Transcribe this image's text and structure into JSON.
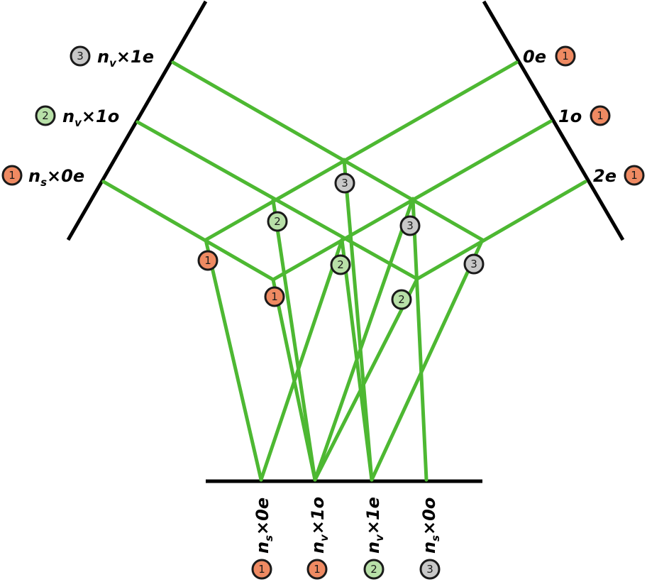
{
  "colors": {
    "ray": "#4db832",
    "badge_1": "#ef8a62",
    "badge_2": "#b8e0a8",
    "badge_3": "#c8c8c8",
    "surface": "#000000"
  },
  "left_labels": [
    {
      "badge": "3",
      "n": "n",
      "sub": "v",
      "times": "×",
      "order": "1",
      "parity": "e"
    },
    {
      "badge": "2",
      "n": "n",
      "sub": "v",
      "times": "×",
      "order": "1",
      "parity": "o"
    },
    {
      "badge": "1",
      "n": "n",
      "sub": "s",
      "times": "×",
      "order": "0",
      "parity": "e"
    }
  ],
  "right_labels": [
    {
      "badge": "1",
      "order": "0",
      "parity": "e"
    },
    {
      "badge": "1",
      "order": "1",
      "parity": "o"
    },
    {
      "badge": "1",
      "order": "2",
      "parity": "e"
    }
  ],
  "bottom_labels": [
    {
      "badge": "1",
      "n": "n",
      "sub": "s",
      "times": "×",
      "order": "0",
      "parity": "e"
    },
    {
      "badge": "1",
      "n": "n",
      "sub": "v",
      "times": "×",
      "order": "1",
      "parity": "o"
    },
    {
      "badge": "2",
      "n": "n",
      "sub": "v",
      "times": "×",
      "order": "1",
      "parity": "e"
    },
    {
      "badge": "3",
      "n": "n",
      "sub": "s",
      "times": "×",
      "order": "0",
      "parity": "o"
    }
  ],
  "crossing_badges": [
    "3",
    "2",
    "3",
    "1",
    "2",
    "3",
    "1",
    "2"
  ]
}
